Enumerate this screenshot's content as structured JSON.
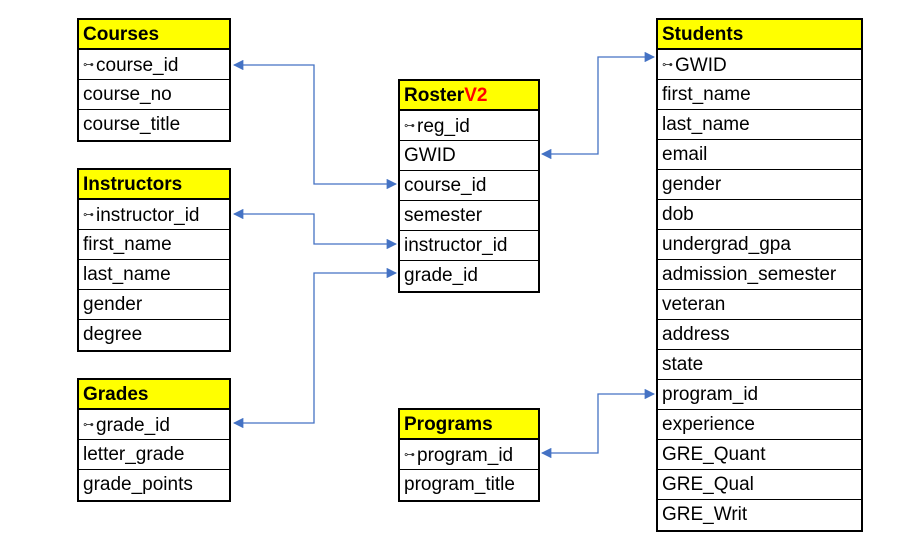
{
  "colors": {
    "header_fill": "#ffff00",
    "version_text": "#ff0000",
    "connector": "#4472c4"
  },
  "key_icon": "key-icon",
  "tables": {
    "courses": {
      "title": "Courses",
      "fields": [
        "course_id",
        "course_no",
        "course_title"
      ]
    },
    "instructors": {
      "title": "Instructors",
      "fields": [
        "instructor_id",
        "first_name",
        "last_name",
        "gender",
        "degree"
      ]
    },
    "grades": {
      "title": "Grades",
      "fields": [
        "grade_id",
        "letter_grade",
        "grade_points"
      ]
    },
    "roster": {
      "title": "Roster",
      "title_suffix": "V2",
      "fields": [
        "reg_id",
        "GWID",
        "course_id",
        "semester",
        "instructor_id",
        "grade_id"
      ]
    },
    "programs": {
      "title": "Programs",
      "fields": [
        "program_id",
        "program_title"
      ]
    },
    "students": {
      "title": "Students",
      "fields": [
        "GWID",
        "first_name",
        "last_name",
        "email",
        "gender",
        "dob",
        "undergrad_gpa",
        "admission_semester",
        "veteran",
        "address",
        "state",
        "program_id",
        "experience",
        "GRE_Quant",
        "GRE_Qual",
        "GRE_Writ"
      ]
    }
  }
}
